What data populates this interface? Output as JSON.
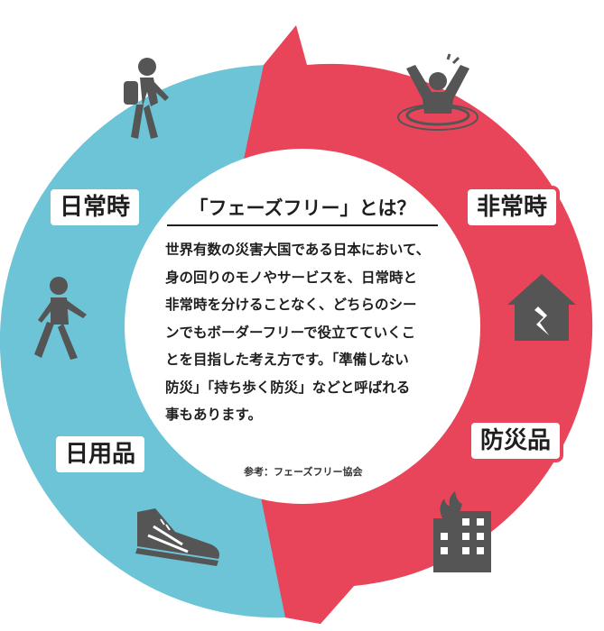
{
  "title": "「フェーズフリー」とは？",
  "description_lines": [
    "世界有数の災害大国である日本において、",
    "身の回りのモノやサービスを、日常時と",
    "非常時を分けることなく、どちらのシー",
    "ンでもボーダーフリーで役立てていくこ",
    "とを目指した考え方です。「準備しない",
    "防災」「持ち歩く防災」などと呼ばれる",
    "事もあります。"
  ],
  "reference": "参考：フェーズフリー協会",
  "labels": {
    "daily_time": "日常時",
    "emergency_time": "非常時",
    "daily_goods": "日用品",
    "disaster_goods": "防災品"
  },
  "colors": {
    "blue": "#6cc4d6",
    "red": "#e8455a",
    "icon": "#555555",
    "text": "#1e1e1e"
  },
  "icons": [
    "hiker-with-backpack-icon",
    "walking-person-icon",
    "sneaker-icon",
    "drowning-person-icon",
    "damaged-house-icon",
    "burning-building-icon"
  ]
}
